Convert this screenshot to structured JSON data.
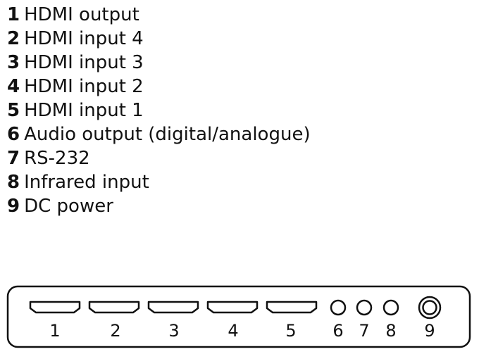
{
  "legend": [
    {
      "number": "1",
      "label": "HDMI output"
    },
    {
      "number": "2",
      "label": "HDMI input 4"
    },
    {
      "number": "3",
      "label": "HDMI input 3"
    },
    {
      "number": "4",
      "label": "HDMI input 2"
    },
    {
      "number": "5",
      "label": "HDMI input 1"
    },
    {
      "number": "6",
      "label": "Audio output (digital/analogue)"
    },
    {
      "number": "7",
      "label": "RS-232"
    },
    {
      "number": "8",
      "label": "Infrared input"
    },
    {
      "number": "9",
      "label": "DC power"
    }
  ],
  "panel": {
    "ports": [
      {
        "label": "1",
        "icon": "hdmi-port-icon"
      },
      {
        "label": "2",
        "icon": "hdmi-port-icon"
      },
      {
        "label": "3",
        "icon": "hdmi-port-icon"
      },
      {
        "label": "4",
        "icon": "hdmi-port-icon"
      },
      {
        "label": "5",
        "icon": "hdmi-port-icon"
      },
      {
        "label": "6",
        "icon": "round-jack-icon"
      },
      {
        "label": "7",
        "icon": "round-jack-icon"
      },
      {
        "label": "8",
        "icon": "round-jack-icon"
      },
      {
        "label": "9",
        "icon": "dc-barrel-jack-icon"
      }
    ],
    "stroke_color": "#111111"
  }
}
